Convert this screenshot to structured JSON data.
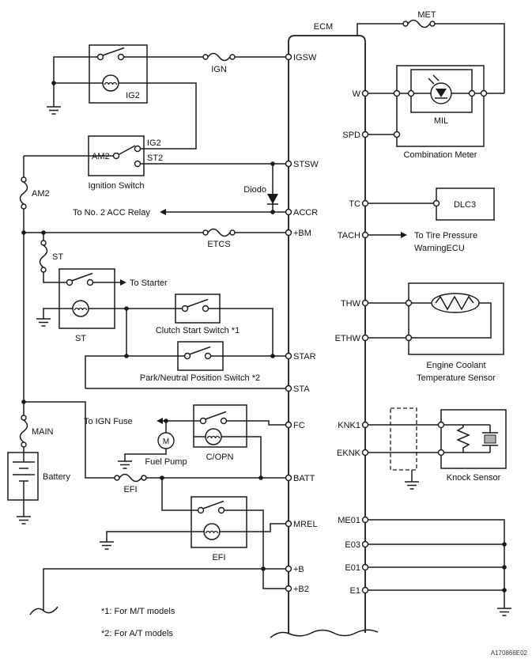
{
  "colors": {
    "ink": "#1a1a1a",
    "bg": "#ffffff"
  },
  "ecm": {
    "label": "ECM",
    "pins_left": [
      "IGSW",
      "STSW",
      "ACCR",
      "+BM",
      "STAR",
      "STA",
      "FC",
      "BATT",
      "MREL",
      "+B",
      "+B2"
    ],
    "pins_right": [
      "W",
      "SPD",
      "TC",
      "TACH",
      "THW",
      "ETHW",
      "KNK1",
      "EKNK",
      "ME01",
      "E03",
      "E01",
      "E1"
    ]
  },
  "fuses": {
    "met": "MET",
    "ign": "IGN",
    "etcs": "ETCS",
    "am2": "AM2",
    "st": "ST",
    "main": "MAIN",
    "efi": "EFI"
  },
  "relays": {
    "ig2": "IG2",
    "st": "ST",
    "copn": "C/OPN",
    "efi": "EFI"
  },
  "ignition_switch": {
    "label": "Ignition Switch",
    "terminal_am2": "AM2",
    "terminal_ig2": "IG2",
    "terminal_st2": "ST2"
  },
  "switches": {
    "clutch": "Clutch Start Switch *1",
    "park_neutral": "Park/Neutral Position Switch *2"
  },
  "battery_label": "Battery",
  "fuel_pump": {
    "label": "Fuel Pump",
    "motor": "M"
  },
  "diode_label": "Diodo",
  "meter": {
    "label": "Combination Meter",
    "mil": "MIL"
  },
  "dlc3_label": "DLC3",
  "ect_sensor": {
    "line1": "Engine Coolant",
    "line2": "Tem​perature Sensor"
  },
  "knock_sensor_label": "Knock Sensor",
  "routes": {
    "to_starter": "To Starter",
    "to_acc_relay": "To No. 2 ACC Relay",
    "to_ign_fuse": "To IGN Fuse",
    "to_tire_line1": "To Tire Pressure",
    "to_tire_line2": "WarningECU"
  },
  "notes": [
    "*1: For M/T models",
    "*2: For A/T models"
  ],
  "figure_id": "A170866E02"
}
